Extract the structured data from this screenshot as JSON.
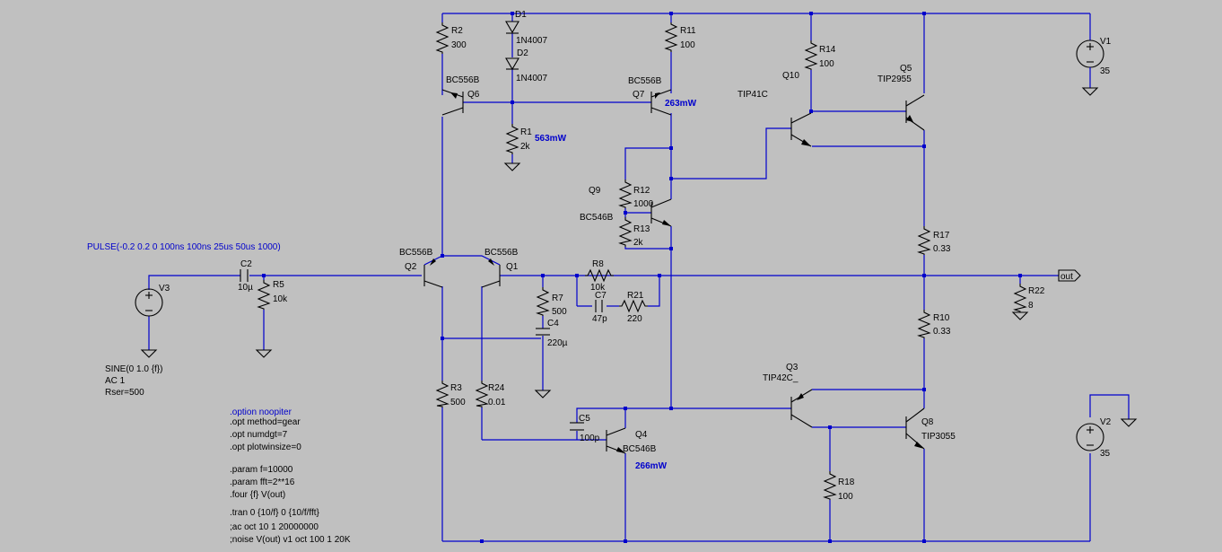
{
  "components": {
    "R2": {
      "ref": "R2",
      "value": "300"
    },
    "D1": {
      "ref": "D1",
      "value": "1N4007"
    },
    "D2": {
      "ref": "D2",
      "value": "1N4007"
    },
    "R11": {
      "ref": "R11",
      "value": "100"
    },
    "R14": {
      "ref": "R14",
      "value": "100"
    },
    "Q10": {
      "ref": "Q10",
      "model": "TIP41C"
    },
    "Q5": {
      "ref": "Q5",
      "model": "TIP2955"
    },
    "V1": {
      "ref": "V1",
      "value": "35"
    },
    "Q6": {
      "ref": "Q6",
      "model": "BC556B"
    },
    "Q7": {
      "ref": "Q7",
      "model": "BC556B",
      "power": "263mW"
    },
    "R1": {
      "ref": "R1",
      "value": "2k",
      "power": "563mW"
    },
    "Q9": {
      "ref": "Q9",
      "model": "BC546B"
    },
    "R12": {
      "ref": "R12",
      "value": "1000"
    },
    "R13": {
      "ref": "R13",
      "value": "2k"
    },
    "R17": {
      "ref": "R17",
      "value": "0.33"
    },
    "R10": {
      "ref": "R10",
      "value": "0.33"
    },
    "Q2": {
      "ref": "Q2",
      "model": "BC556B"
    },
    "Q1": {
      "ref": "Q1",
      "model": "BC556B"
    },
    "C2": {
      "ref": "C2",
      "value": "10µ"
    },
    "R5": {
      "ref": "R5",
      "value": "10k"
    },
    "V3": {
      "ref": "V3"
    },
    "R8": {
      "ref": "R8",
      "value": "10k"
    },
    "C7": {
      "ref": "C7",
      "value": "47p"
    },
    "R21": {
      "ref": "R21",
      "value": "220"
    },
    "R7": {
      "ref": "R7",
      "value": "500"
    },
    "C4": {
      "ref": "C4",
      "value": "220µ"
    },
    "R22": {
      "ref": "R22",
      "value": "8"
    },
    "R3": {
      "ref": "R3",
      "value": "500"
    },
    "R24": {
      "ref": "R24",
      "value": "0.01"
    },
    "C5": {
      "ref": "C5",
      "value": "100p"
    },
    "Q4": {
      "ref": "Q4",
      "model": "BC546B",
      "power": "266mW"
    },
    "Q3": {
      "ref": "Q3",
      "model": "TIP42C_"
    },
    "Q8": {
      "ref": "Q8",
      "model": "TIP3055"
    },
    "R18": {
      "ref": "R18",
      "value": "100"
    },
    "V2": {
      "ref": "V2",
      "value": "35"
    }
  },
  "source_v3": {
    "pulse": "PULSE(-0.2 0.2 0 100ns 100ns 25us 50us 1000)",
    "sine": "SINE(0 1.0 {f})",
    "ac": "AC 1",
    "rser": "Rser=500"
  },
  "net_out": "out",
  "directives": [
    {
      "text": ".option noopiter",
      "style": "blue"
    },
    {
      "text": ".opt method=gear",
      "style": "black"
    },
    {
      "text": ".opt numdgt=7",
      "style": "black"
    },
    {
      "text": ".opt plotwinsize=0",
      "style": "black"
    },
    {
      "text": ".param f=10000",
      "style": "black"
    },
    {
      "text": ".param fft=2**16",
      "style": "black"
    },
    {
      "text": ".four {f} V(out)",
      "style": "black"
    },
    {
      "text": ".tran 0 {10/f} 0 {10/f/fft}",
      "style": "black"
    },
    {
      "text": ";ac oct 10 1 20000000",
      "style": "black"
    },
    {
      "text": ";noise V(out) v1 oct 100 1 20K",
      "style": "black"
    }
  ],
  "colors": {
    "wire": "#0000cc",
    "background": "#c0c0c0",
    "component": "#000000"
  }
}
